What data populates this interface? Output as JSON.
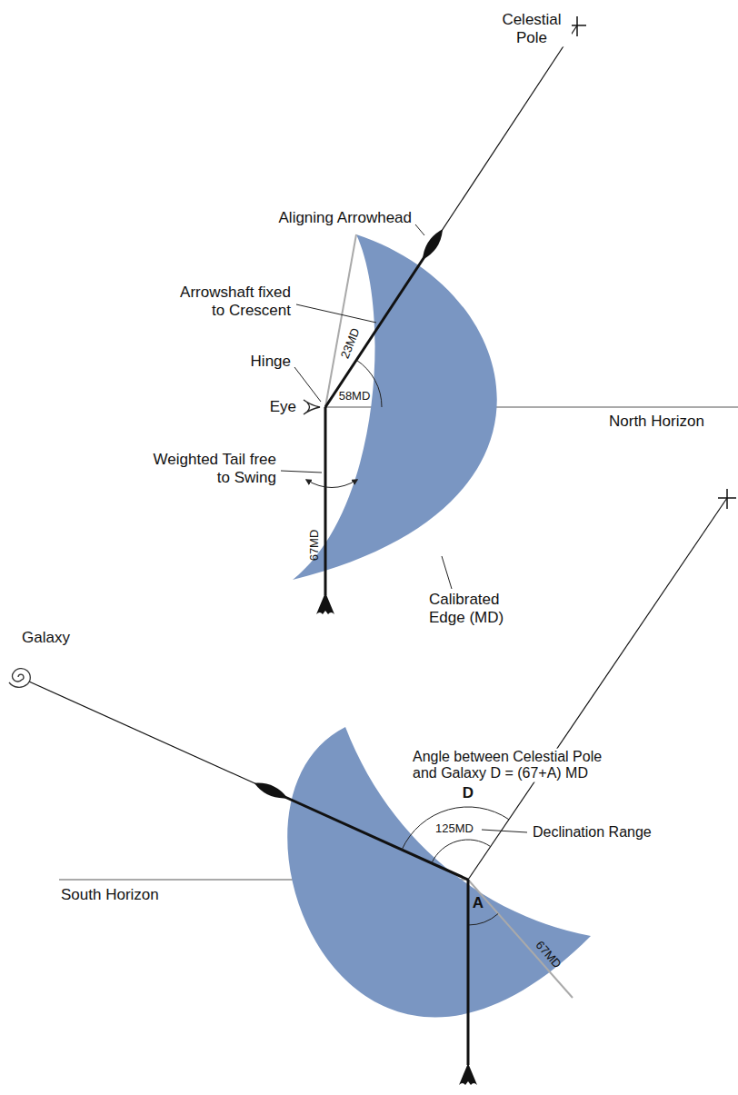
{
  "diagram": {
    "labels": [
      "Celestial Pole",
      "Aligning Arrowhead",
      "Arrowshaft fixed to Crescent",
      "23MD",
      "Hinge",
      "58MD",
      "Eye",
      "North Horizon",
      "Weighted Tail free to Swing",
      "67MD",
      "Calibrated Edge (MD)",
      "Galaxy",
      "Angle between Celestial Pole and Galaxy D = (67+A) MD",
      "D",
      "125MD",
      "Declination Range",
      "South Horizon",
      "A",
      "67MD"
    ]
  }
}
